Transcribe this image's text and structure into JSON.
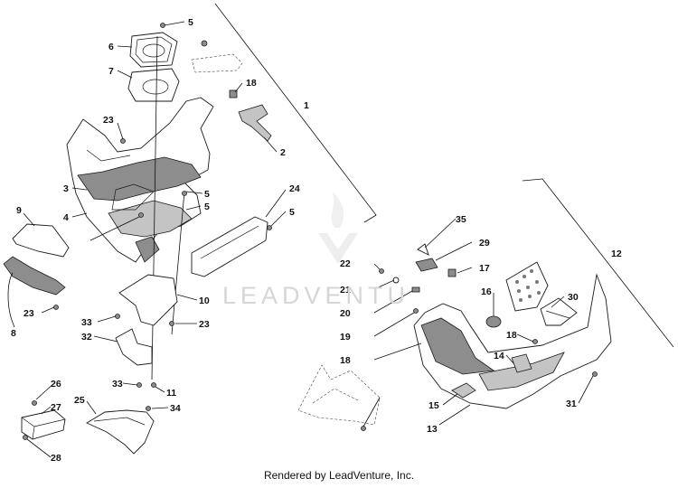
{
  "callouts": [
    {
      "id": "c5a",
      "label": "5"
    },
    {
      "id": "c6",
      "label": "6"
    },
    {
      "id": "c7",
      "label": "7"
    },
    {
      "id": "c18a",
      "label": "18"
    },
    {
      "id": "c1",
      "label": "1"
    },
    {
      "id": "c23a",
      "label": "23"
    },
    {
      "id": "c2",
      "label": "2"
    },
    {
      "id": "c3",
      "label": "3"
    },
    {
      "id": "c4",
      "label": "4"
    },
    {
      "id": "c5b",
      "label": "5"
    },
    {
      "id": "c24",
      "label": "24"
    },
    {
      "id": "c9",
      "label": "9"
    },
    {
      "id": "c5c",
      "label": "5"
    },
    {
      "id": "c5d",
      "label": "5"
    },
    {
      "id": "c23b",
      "label": "23"
    },
    {
      "id": "c8",
      "label": "8"
    },
    {
      "id": "c10",
      "label": "10"
    },
    {
      "id": "c33a",
      "label": "33"
    },
    {
      "id": "c23c",
      "label": "23"
    },
    {
      "id": "c32",
      "label": "32"
    },
    {
      "id": "c33b",
      "label": "33"
    },
    {
      "id": "c11",
      "label": "11"
    },
    {
      "id": "c26",
      "label": "26"
    },
    {
      "id": "c25",
      "label": "25"
    },
    {
      "id": "c34",
      "label": "34"
    },
    {
      "id": "c27",
      "label": "27"
    },
    {
      "id": "c28",
      "label": "28"
    },
    {
      "id": "c35",
      "label": "35"
    },
    {
      "id": "c12",
      "label": "12"
    },
    {
      "id": "c22",
      "label": "22"
    },
    {
      "id": "c29",
      "label": "29"
    },
    {
      "id": "c17",
      "label": "17"
    },
    {
      "id": "c21",
      "label": "21"
    },
    {
      "id": "c16",
      "label": "16"
    },
    {
      "id": "c30",
      "label": "30"
    },
    {
      "id": "c20",
      "label": "20"
    },
    {
      "id": "c19",
      "label": "19"
    },
    {
      "id": "c18b",
      "label": "18"
    },
    {
      "id": "c14",
      "label": "14"
    },
    {
      "id": "c18c",
      "label": "18"
    },
    {
      "id": "c15",
      "label": "15"
    },
    {
      "id": "c31",
      "label": "31"
    },
    {
      "id": "c13",
      "label": "13"
    }
  ],
  "watermark": {
    "text": "LEADVENTU"
  },
  "footer": {
    "text": "Rendered by LeadVenture, Inc."
  }
}
